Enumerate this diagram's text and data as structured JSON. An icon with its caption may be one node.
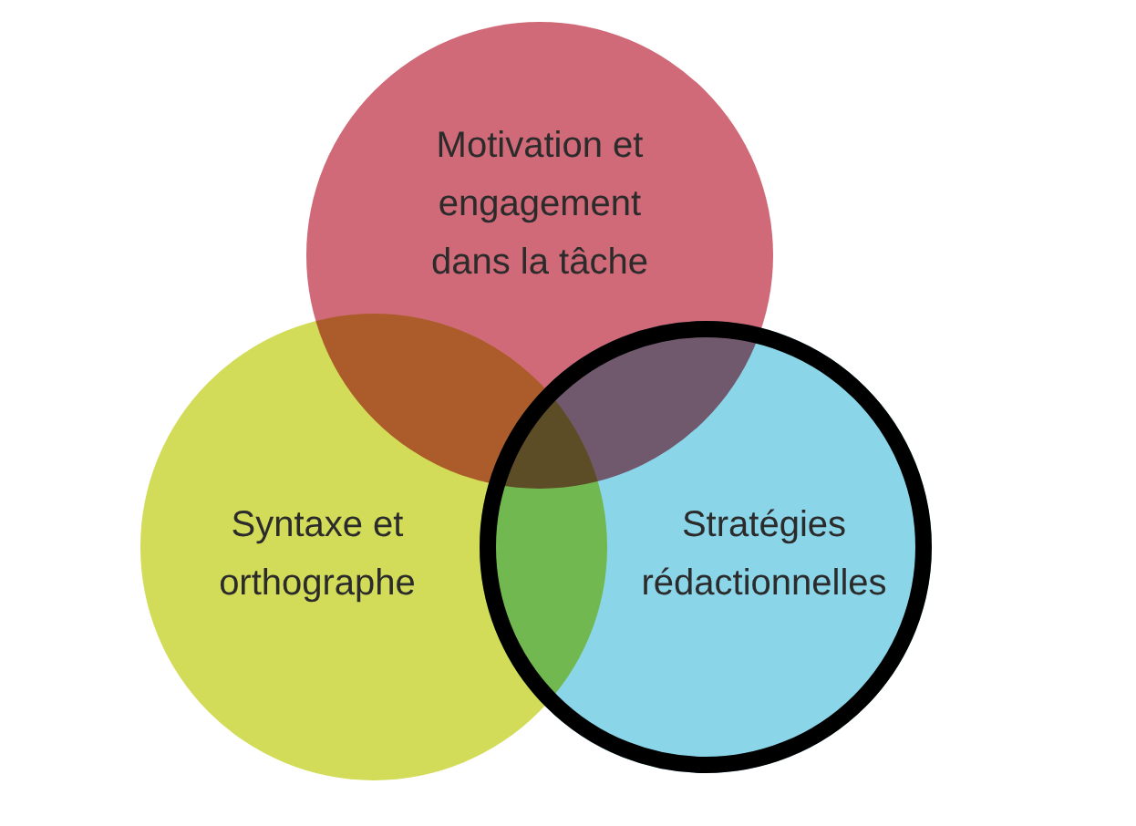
{
  "diagram": {
    "nodes": [
      {
        "text": [
          "Motivation et engagement dans la tâche"
        ]
      },
      {
        "text": [
          "Syntaxe et orthographe"
        ]
      },
      {
        "text": [
          "Stratégies rédactionnelles"
        ]
      }
    ]
  }
}
